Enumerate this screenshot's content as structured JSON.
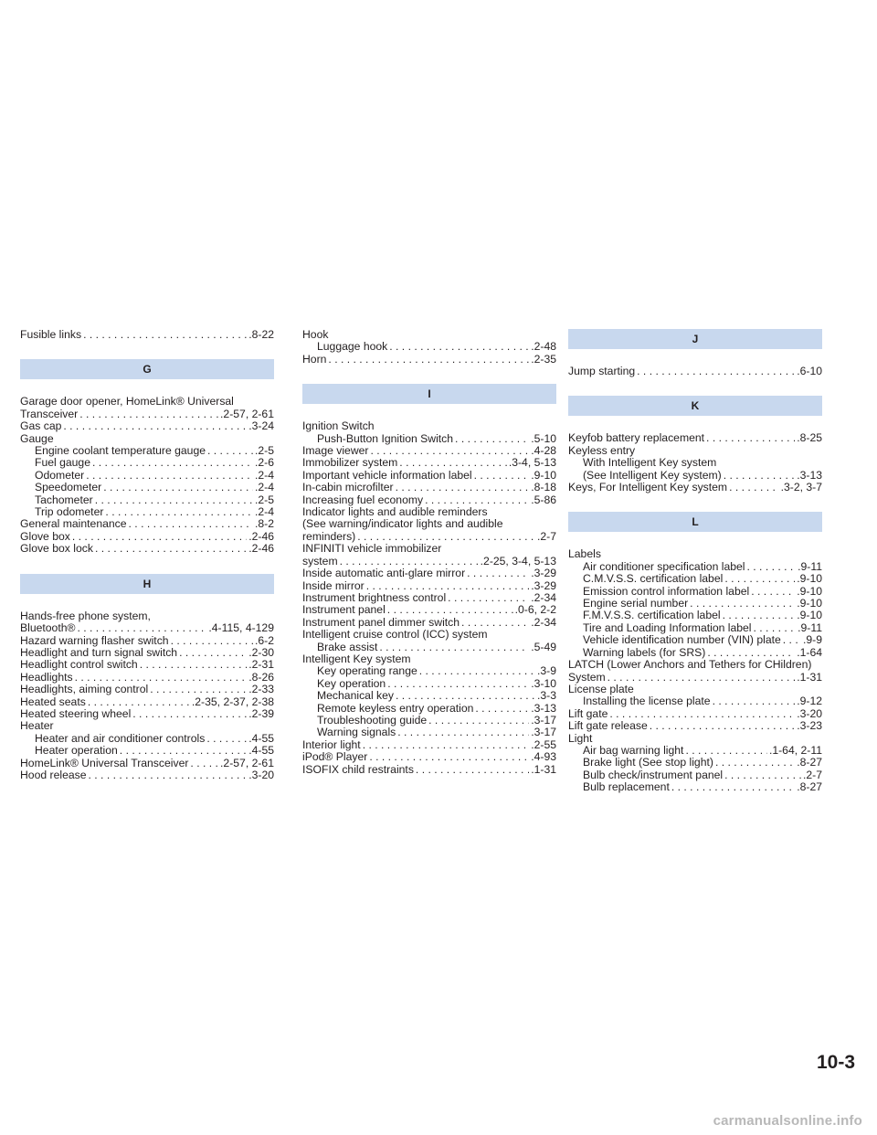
{
  "page_number": "10-3",
  "watermark": "carmanualsonline.info",
  "columns": [
    [
      {
        "type": "entry",
        "text": "Fusible links",
        "page": ".8-22"
      },
      {
        "type": "header",
        "text": "G"
      },
      {
        "type": "entry",
        "lines": [
          "Garage door opener, HomeLink® Universal"
        ],
        "text": "Transceiver",
        "page": ".2-57, 2-61"
      },
      {
        "type": "entry",
        "text": "Gas cap",
        "page": ".3-24"
      },
      {
        "type": "entry",
        "lines": [
          "Gauge"
        ]
      },
      {
        "type": "entry",
        "indent": true,
        "text": "Engine coolant temperature gauge",
        "page": ".2-5"
      },
      {
        "type": "entry",
        "indent": true,
        "text": "Fuel gauge",
        "page": ".2-6"
      },
      {
        "type": "entry",
        "indent": true,
        "text": "Odometer",
        "page": ".2-4"
      },
      {
        "type": "entry",
        "indent": true,
        "text": "Speedometer",
        "page": ".2-4"
      },
      {
        "type": "entry",
        "indent": true,
        "text": "Tachometer",
        "page": ".2-5"
      },
      {
        "type": "entry",
        "indent": true,
        "text": "Trip odometer",
        "page": ".2-4"
      },
      {
        "type": "entry",
        "text": "General maintenance",
        "page": ".8-2"
      },
      {
        "type": "entry",
        "text": "Glove box",
        "page": ".2-46"
      },
      {
        "type": "entry",
        "text": "Glove box lock",
        "page": ".2-46"
      },
      {
        "type": "header",
        "text": "H"
      },
      {
        "type": "entry",
        "lines": [
          "Hands-free phone system,"
        ],
        "text": "Bluetooth®",
        "page": ".4-115, 4-129"
      },
      {
        "type": "entry",
        "text": "Hazard warning flasher switch",
        "page": ".6-2"
      },
      {
        "type": "entry",
        "text": "Headlight and turn signal switch",
        "page": ".2-30"
      },
      {
        "type": "entry",
        "text": "Headlight control switch",
        "page": ".2-31"
      },
      {
        "type": "entry",
        "text": "Headlights",
        "page": ".8-26"
      },
      {
        "type": "entry",
        "text": "Headlights, aiming control",
        "page": ".2-33"
      },
      {
        "type": "entry",
        "text": "Heated seats",
        "page": ".2-35, 2-37, 2-38"
      },
      {
        "type": "entry",
        "text": "Heated steering wheel",
        "page": ".2-39"
      },
      {
        "type": "entry",
        "lines": [
          "Heater"
        ]
      },
      {
        "type": "entry",
        "indent": true,
        "text": "Heater and air conditioner controls",
        "page": ".4-55"
      },
      {
        "type": "entry",
        "indent": true,
        "text": "Heater operation",
        "page": ".4-55"
      },
      {
        "type": "entry",
        "text": "HomeLink® Universal Transceiver",
        "page": ".2-57, 2-61"
      },
      {
        "type": "entry",
        "text": "Hood release",
        "page": ".3-20"
      }
    ],
    [
      {
        "type": "entry",
        "lines": [
          "Hook"
        ]
      },
      {
        "type": "entry",
        "indent": true,
        "text": "Luggage hook",
        "page": ".2-48"
      },
      {
        "type": "entry",
        "text": "Horn",
        "page": ".2-35"
      },
      {
        "type": "header",
        "text": "I"
      },
      {
        "type": "entry",
        "lines": [
          "Ignition Switch"
        ]
      },
      {
        "type": "entry",
        "indent": true,
        "text": "Push-Button Ignition Switch",
        "page": ".5-10"
      },
      {
        "type": "entry",
        "text": "Image viewer",
        "page": ".4-28"
      },
      {
        "type": "entry",
        "text": "Immobilizer system",
        "page": ".3-4, 5-13"
      },
      {
        "type": "entry",
        "text": "Important vehicle information label",
        "page": ".9-10"
      },
      {
        "type": "entry",
        "text": "In-cabin microfilter",
        "page": ".8-18"
      },
      {
        "type": "entry",
        "text": "Increasing fuel economy",
        "page": ".5-86"
      },
      {
        "type": "entry",
        "lines": [
          "Indicator lights and audible reminders",
          "(See warning/indicator lights and audible"
        ],
        "text": "reminders)",
        "page": ".2-7"
      },
      {
        "type": "entry",
        "lines": [
          "INFINITI vehicle immobilizer"
        ],
        "text": "system",
        "page": ".2-25, 3-4, 5-13"
      },
      {
        "type": "entry",
        "text": "Inside automatic anti-glare mirror",
        "page": ".3-29"
      },
      {
        "type": "entry",
        "text": "Inside mirror",
        "page": ".3-29"
      },
      {
        "type": "entry",
        "text": "Instrument brightness control",
        "page": ".2-34"
      },
      {
        "type": "entry",
        "text": "Instrument panel",
        "page": ".0-6, 2-2"
      },
      {
        "type": "entry",
        "text": "Instrument panel dimmer switch",
        "page": ".2-34"
      },
      {
        "type": "entry",
        "lines": [
          "Intelligent cruise control (ICC) system"
        ]
      },
      {
        "type": "entry",
        "indent": true,
        "text": "Brake assist",
        "page": ".5-49"
      },
      {
        "type": "entry",
        "lines": [
          "Intelligent Key system"
        ]
      },
      {
        "type": "entry",
        "indent": true,
        "text": "Key operating range",
        "page": ".3-9"
      },
      {
        "type": "entry",
        "indent": true,
        "text": "Key operation",
        "page": ".3-10"
      },
      {
        "type": "entry",
        "indent": true,
        "text": "Mechanical key",
        "page": ".3-3"
      },
      {
        "type": "entry",
        "indent": true,
        "text": "Remote keyless entry operation",
        "page": ".3-13"
      },
      {
        "type": "entry",
        "indent": true,
        "text": "Troubleshooting guide",
        "page": ".3-17"
      },
      {
        "type": "entry",
        "indent": true,
        "text": "Warning signals",
        "page": ".3-17"
      },
      {
        "type": "entry",
        "text": "Interior light",
        "page": ".2-55"
      },
      {
        "type": "entry",
        "text": "iPod® Player",
        "page": ".4-93"
      },
      {
        "type": "entry",
        "text": "ISOFIX child restraints",
        "page": ".1-31"
      }
    ],
    [
      {
        "type": "header",
        "text": "J",
        "first": true
      },
      {
        "type": "entry",
        "text": "Jump starting",
        "page": ".6-10"
      },
      {
        "type": "header",
        "text": "K"
      },
      {
        "type": "entry",
        "text": "Keyfob battery replacement",
        "page": ".8-25"
      },
      {
        "type": "entry",
        "lines": [
          "Keyless entry"
        ]
      },
      {
        "type": "entry",
        "indent": true,
        "lines": [
          "With Intelligent Key system"
        ],
        "text": "(See Intelligent Key system)",
        "page": ".3-13"
      },
      {
        "type": "entry",
        "text": "Keys, For Intelligent Key system",
        "page": ".3-2, 3-7"
      },
      {
        "type": "header",
        "text": "L"
      },
      {
        "type": "entry",
        "lines": [
          "Labels"
        ]
      },
      {
        "type": "entry",
        "indent": true,
        "text": "Air conditioner specification label",
        "page": ".9-11"
      },
      {
        "type": "entry",
        "indent": true,
        "text": "C.M.V.S.S. certification label",
        "page": ".9-10"
      },
      {
        "type": "entry",
        "indent": true,
        "text": "Emission control information label",
        "page": ".9-10"
      },
      {
        "type": "entry",
        "indent": true,
        "text": "Engine serial number",
        "page": ".9-10"
      },
      {
        "type": "entry",
        "indent": true,
        "text": "F.M.V.S.S. certification label",
        "page": ".9-10"
      },
      {
        "type": "entry",
        "indent": true,
        "text": "Tire and Loading Information label",
        "page": ".9-11"
      },
      {
        "type": "entry",
        "indent": true,
        "text": "Vehicle identification number (VIN) plate",
        "page": ".9-9"
      },
      {
        "type": "entry",
        "indent": true,
        "text": "Warning labels (for SRS)",
        "page": ".1-64"
      },
      {
        "type": "entry",
        "lines": [
          "LATCH (Lower Anchors and Tethers for CHildren)"
        ],
        "text": "System",
        "page": ".1-31"
      },
      {
        "type": "entry",
        "lines": [
          "License plate"
        ]
      },
      {
        "type": "entry",
        "indent": true,
        "text": "Installing the license plate",
        "page": ".9-12"
      },
      {
        "type": "entry",
        "text": "Lift gate",
        "page": ".3-20"
      },
      {
        "type": "entry",
        "text": "Lift gate release",
        "page": ".3-23"
      },
      {
        "type": "entry",
        "lines": [
          "Light"
        ]
      },
      {
        "type": "entry",
        "indent": true,
        "text": "Air bag warning light",
        "page": ".1-64, 2-11"
      },
      {
        "type": "entry",
        "indent": true,
        "text": "Brake light (See stop light)",
        "page": ".8-27"
      },
      {
        "type": "entry",
        "indent": true,
        "text": "Bulb check/instrument panel",
        "page": ".2-7"
      },
      {
        "type": "entry",
        "indent": true,
        "text": "Bulb replacement",
        "page": ".8-27"
      }
    ]
  ]
}
